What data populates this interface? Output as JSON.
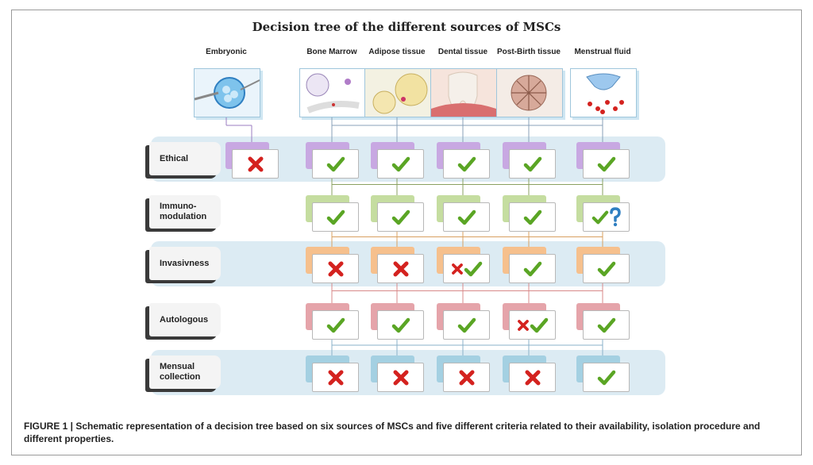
{
  "title": "Decision tree  of the different sources  of  MSCs",
  "sources": [
    "Embryonic",
    "Bone Marrow",
    "Adipose tissue",
    "Dental tissue",
    "Post-Birth tissue",
    "Menstrual fluid"
  ],
  "criteria": [
    {
      "label": "Ethical",
      "color": "#c8a8e2",
      "band": true,
      "marks": [
        "cross",
        "check",
        "check",
        "check",
        "check",
        "check"
      ]
    },
    {
      "label": "Immuno-\nmodulation",
      "color": "#c5dda0",
      "band": false,
      "marks": [
        "",
        "check",
        "check",
        "check",
        "check",
        "check-question"
      ]
    },
    {
      "label": "Invasivness",
      "color": "#f6c08d",
      "band": true,
      "marks": [
        "",
        "cross",
        "cross",
        "cross-check",
        "check",
        "check"
      ]
    },
    {
      "label": "Autologous",
      "color": "#e5a4aa",
      "band": false,
      "marks": [
        "",
        "check",
        "check",
        "check",
        "cross-check",
        "check"
      ]
    },
    {
      "label": "Mensual\ncollection",
      "color": "#a4d0e2",
      "band": true,
      "marks": [
        "",
        "cross",
        "cross",
        "cross",
        "cross",
        "check"
      ]
    }
  ],
  "colors": {
    "check": "#5aa524",
    "cross": "#d4221f",
    "question": "#2f7fc1",
    "band": "#dcebf3"
  },
  "caption": "FIGURE 1 | Schematic representation of a decision tree based on six sources of MSCs and five different criteria related to their availability, isolation procedure and different properties."
}
